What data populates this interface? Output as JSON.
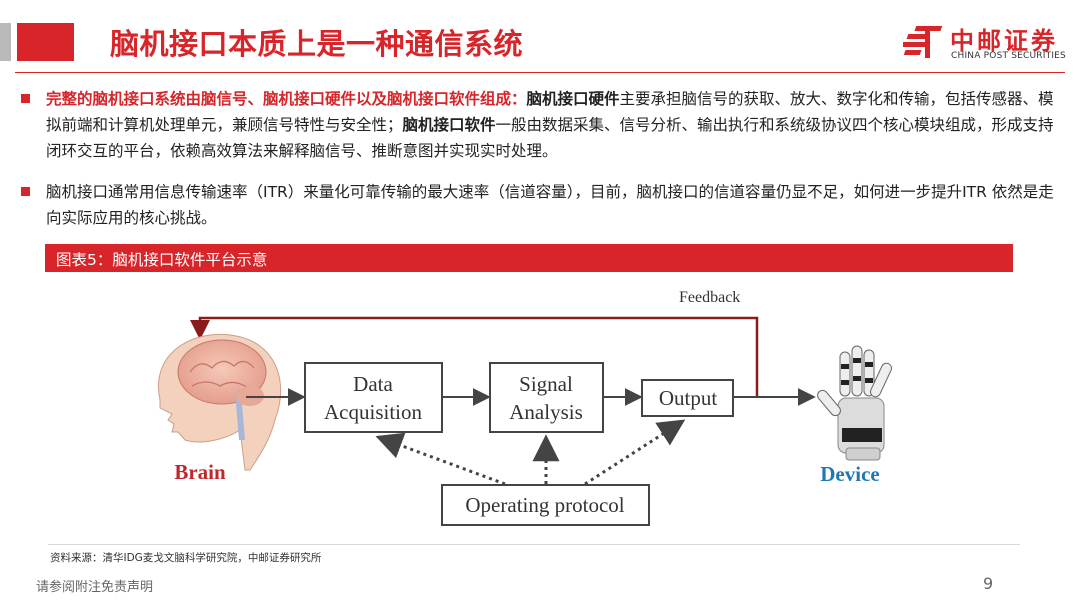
{
  "header": {
    "title": "脑机接口本质上是一种通信系统",
    "logo_cn": "中邮证券",
    "logo_en": "CHINA POST SECURITIES"
  },
  "bullets": [
    {
      "lead": "完整的脑机接口系统由脑信号、脑机接口硬件以及脑机接口软件组成：",
      "b1": "脑机接口硬件",
      "t1": "主要承担脑信号的获取、放大、数字化和传输，包括传感器、模拟前端和计算机处理单元，兼顾信号特性与安全性；",
      "b2": "脑机接口软件",
      "t2": "一般由数据采集、信号分析、输出执行和系统级协议四个核心模块组成，形成支持闭环交互的平台，依赖高效算法来解释脑信号、推断意图并实现实时处理。"
    },
    {
      "text": "脑机接口通常用信息传输速率（ITR）来量化可靠传输的最大速率（信道容量），目前，脑机接口的信道容量仍显不足，如何进一步提升ITR 依然是走向实际应用的核心挑战。"
    }
  ],
  "figure": {
    "label": "图表5：脑机接口软件平台示意",
    "feedback": "Feedback",
    "box1_line1": "Data",
    "box1_line2": "Acquisition",
    "box2_line1": "Signal",
    "box2_line2": "Analysis",
    "box3": "Output",
    "protocol": "Operating protocol",
    "brain": "Brain",
    "device": "Device",
    "colors": {
      "brain": "#c0272d",
      "device": "#1f78b4",
      "feedback": "#8b1a1a",
      "arrow": "#444444"
    }
  },
  "footer": {
    "source": "资料来源：清华IDG麦戈文脑科学研究院，中邮证券研究所",
    "disclaimer": "请参阅附注免责声明",
    "page": "9"
  }
}
